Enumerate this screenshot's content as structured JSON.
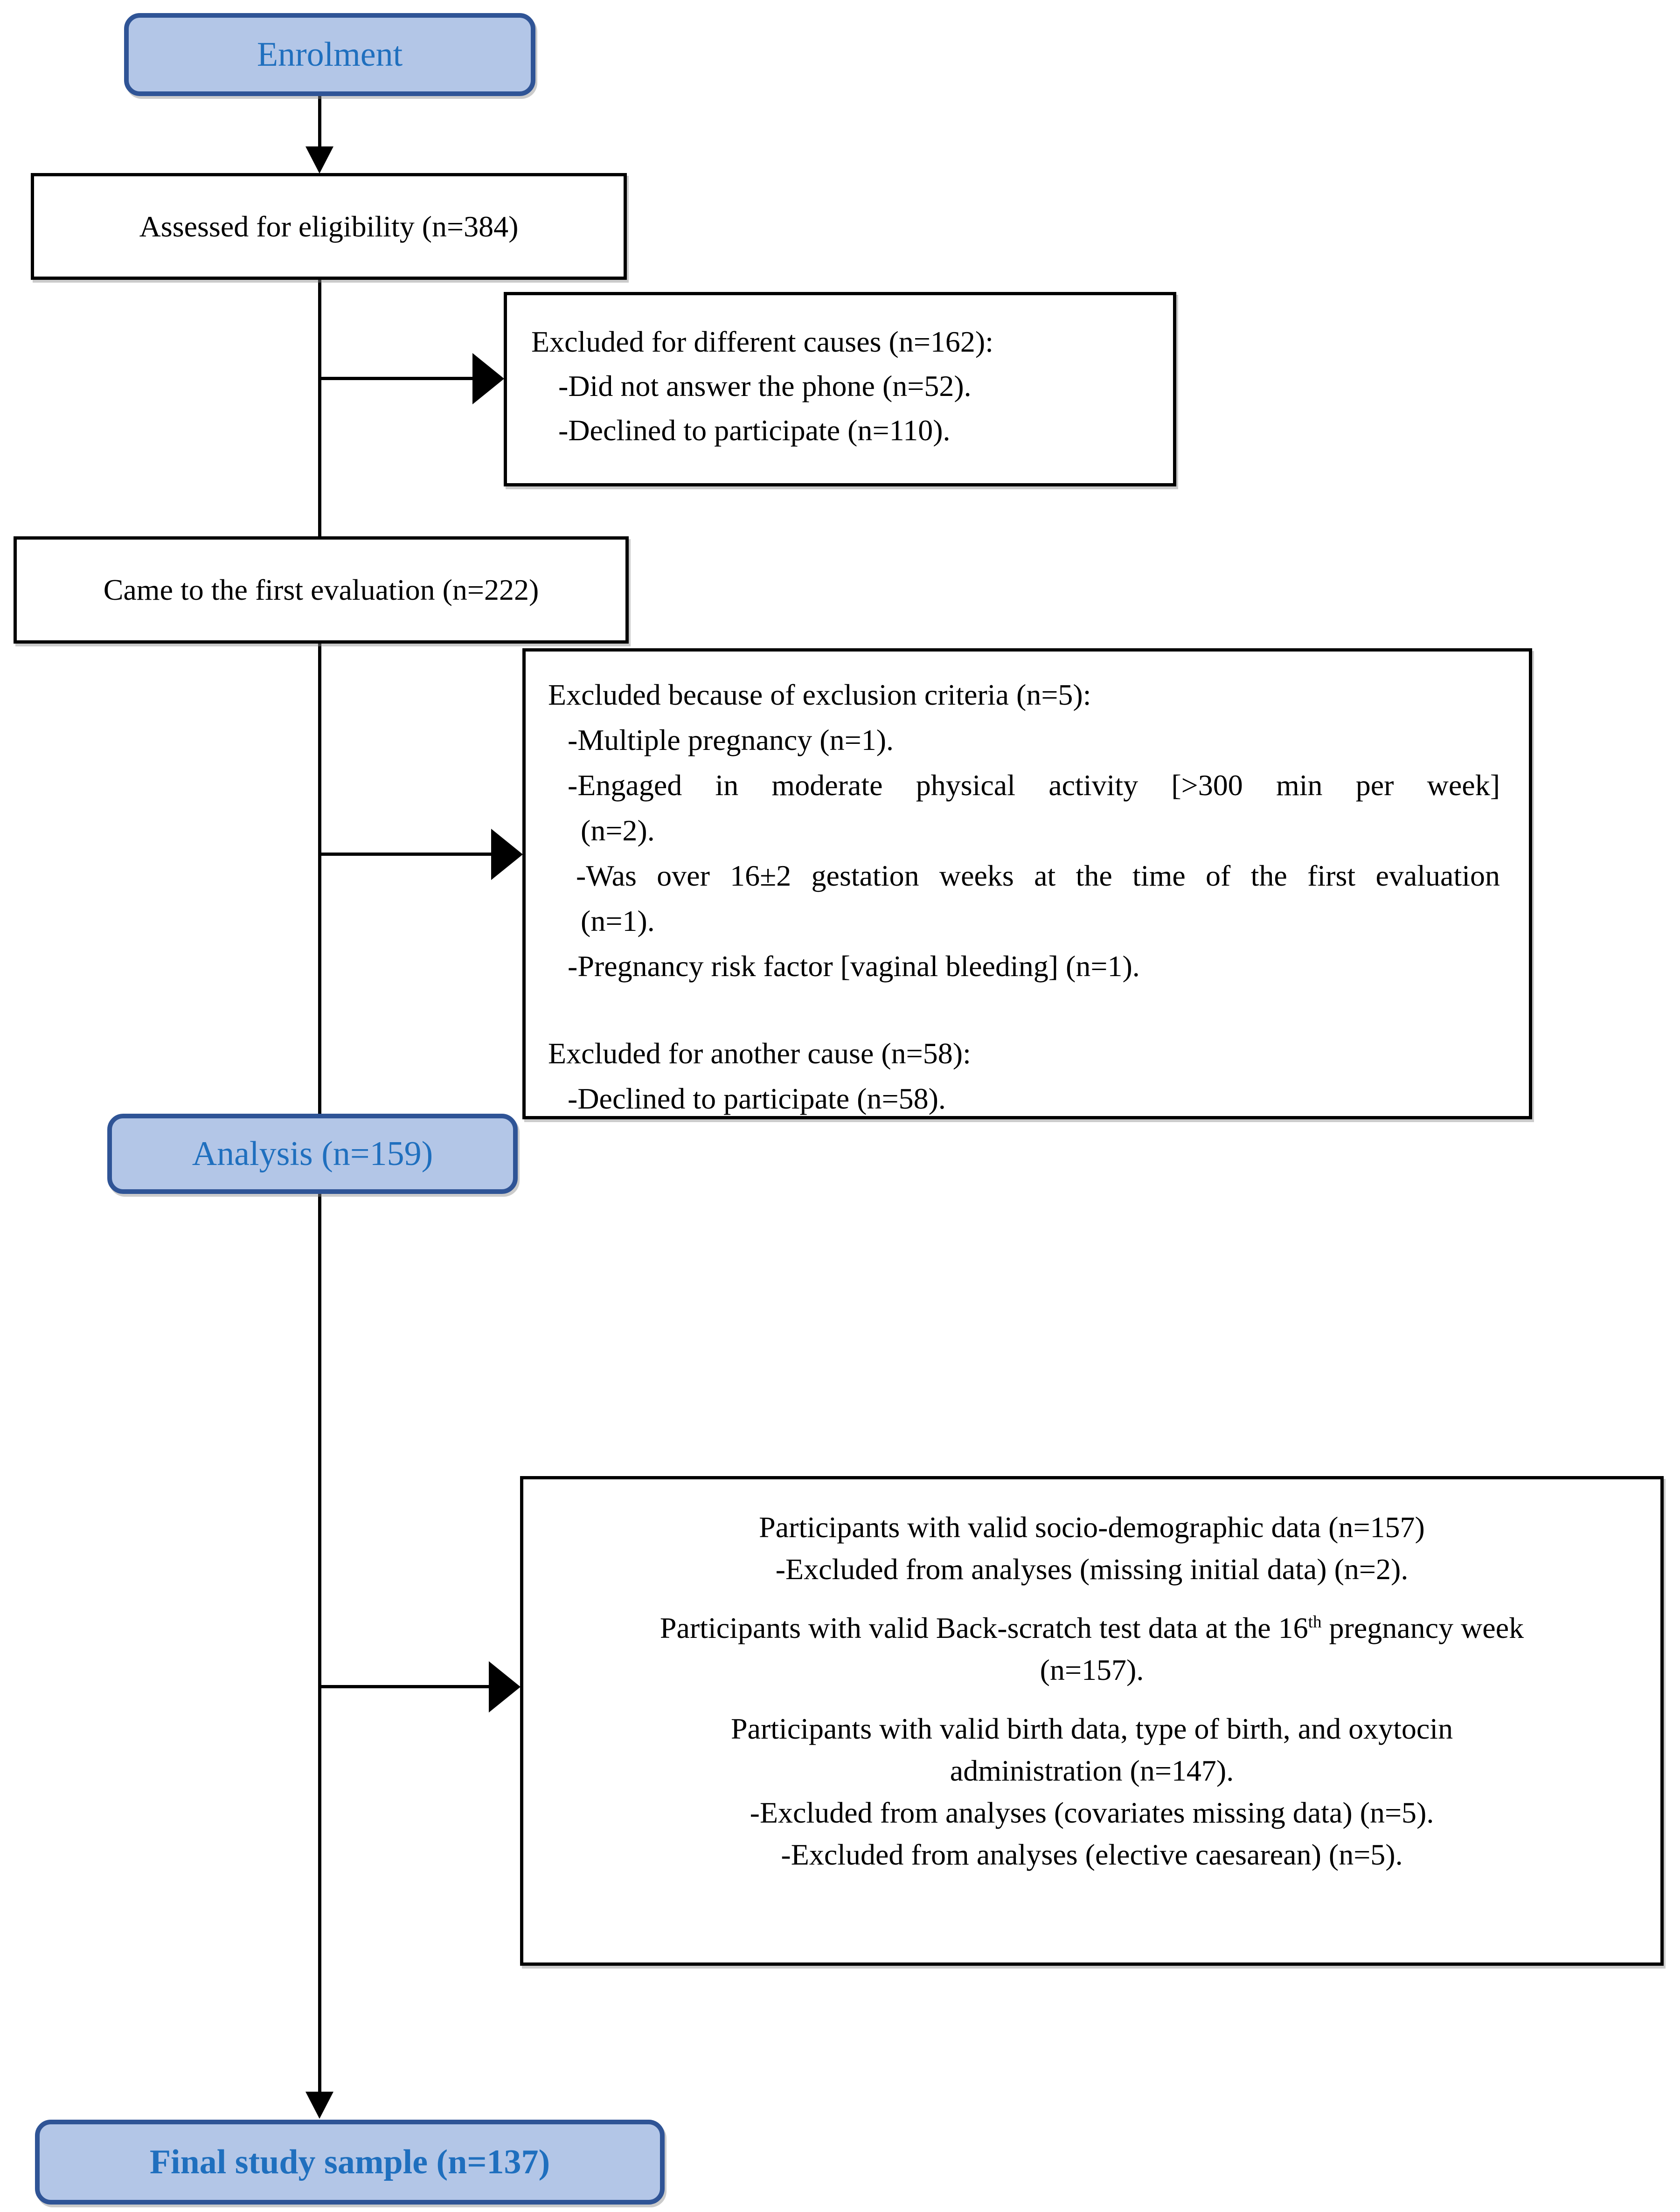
{
  "diagram": {
    "type": "participant-flowchart",
    "colors": {
      "terminator_fill": "#B3C6E7",
      "terminator_border": "#2F5496",
      "terminator_text": "#1F6FBE",
      "box_border": "#000000",
      "box_fill": "#FFFFFF",
      "body_text": "#000000"
    },
    "enrolment": {
      "label": "Enrolment"
    },
    "assessed": {
      "label": "Assessed for eligibility (n=384)"
    },
    "excluded1": {
      "lines": [
        {
          "text": "Excluded for different causes (n=162):",
          "style": "title"
        },
        {
          "text": "-Did not answer the phone (n=52).",
          "style": "item"
        },
        {
          "text": "-Declined to participate (n=110).",
          "style": "item"
        }
      ]
    },
    "came": {
      "label": "Came to the first evaluation (n=222)"
    },
    "excluded2": {
      "lines": [
        {
          "text": "Excluded because of exclusion criteria (n=5):",
          "style": "title"
        },
        {
          "text": "-Multiple pregnancy (n=1).",
          "style": "item"
        },
        {
          "text": "-Engaged in moderate physical activity [>300 min per week]",
          "style": "item jfull"
        },
        {
          "text": "(n=2).",
          "style": "cont"
        },
        {
          "text": "-Was over 16±2 gestation weeks at the time of the first evaluation",
          "style": "item jfull indent2"
        },
        {
          "text": "(n=1).",
          "style": "cont"
        },
        {
          "text": "-Pregnancy risk factor [vaginal bleeding] (n=1).",
          "style": "item"
        },
        {
          "text": "",
          "style": "gap"
        },
        {
          "text": "Excluded for another cause (n=58):",
          "style": "title"
        },
        {
          "text": "-Declined to participate (n=58).",
          "style": "item"
        }
      ]
    },
    "analysis": {
      "label": "Analysis (n=159)"
    },
    "valid_data": {
      "lines": [
        {
          "text": "Participants with valid socio-demographic data (n=157)"
        },
        {
          "text": "-Excluded from analyses (missing initial data) (n=2)."
        },
        {
          "text": "",
          "style": "gap"
        },
        {
          "pre": "Participants with valid Back-scratch test data at the 16",
          "sup": "th",
          "post": " pregnancy week"
        },
        {
          "text": "(n=157)."
        },
        {
          "text": "",
          "style": "gap"
        },
        {
          "text": "Participants with valid birth data, type of birth, and oxytocin"
        },
        {
          "text": "administration (n=147)."
        },
        {
          "text": "-Excluded from analyses (covariates missing data) (n=5)."
        },
        {
          "text": "-Excluded from analyses (elective caesarean) (n=5)."
        }
      ]
    },
    "final": {
      "label": "Final study sample (n=137)"
    }
  }
}
